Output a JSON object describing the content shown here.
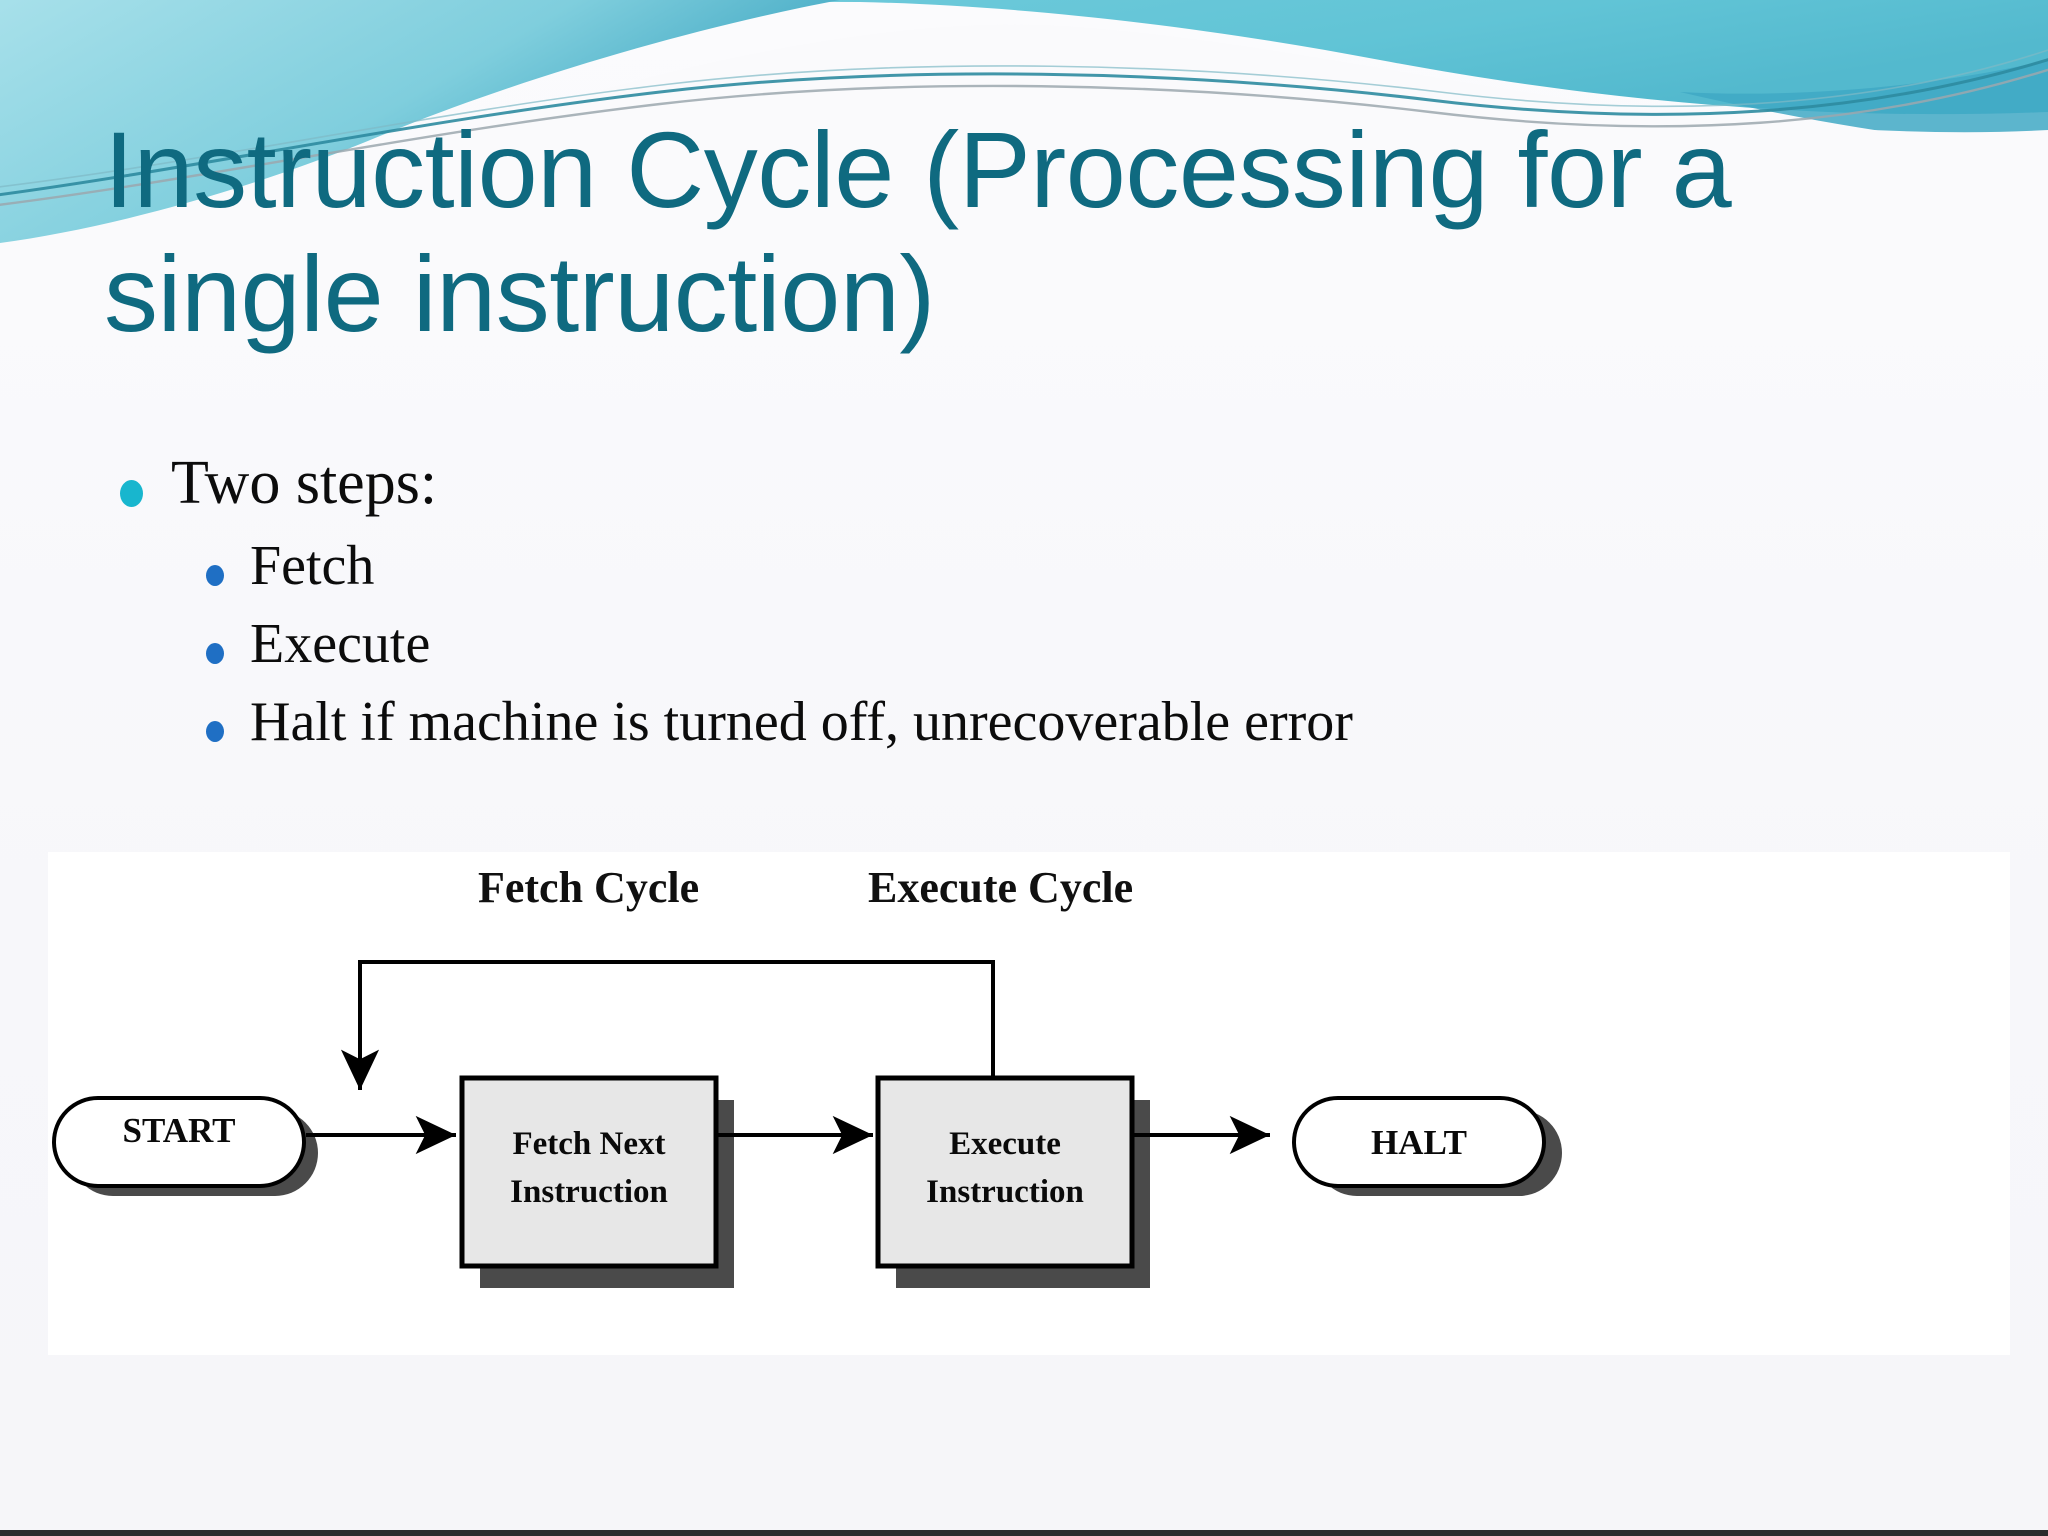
{
  "slide": {
    "title_lines": [
      "Instruction Cycle (Processing for a",
      "single instruction)"
    ],
    "title_color": "#0F6A80",
    "background_color": "#F7F7FA",
    "accent_wave_colors": {
      "light_teal": "#8CD6E2",
      "mid_teal": "#5FC3D4",
      "deep_teal": "#2E97B5",
      "line_teal": "#2E8BA0",
      "line_gray": "#9BA7AE"
    }
  },
  "body": {
    "bullets": [
      {
        "level": 1,
        "text": "Two steps:",
        "marker_color": "#18B6CE"
      },
      {
        "level": 2,
        "text": "Fetch",
        "marker_color": "#1F6FC4"
      },
      {
        "level": 2,
        "text": "Execute",
        "marker_color": "#1F6FC4"
      },
      {
        "level": 2,
        "text": "Halt if machine is turned off, unrecoverable error",
        "marker_color": "#1F6FC4"
      }
    ]
  },
  "diagram": {
    "panel_background": "#FFFFFF",
    "phase_labels": [
      {
        "id": "fetch-cycle",
        "text": "Fetch Cycle"
      },
      {
        "id": "execute-cycle",
        "text": "Execute Cycle"
      }
    ],
    "nodes": [
      {
        "id": "start",
        "shape": "stadium",
        "text": "START",
        "fill": "#FFFFFF"
      },
      {
        "id": "fetch-next-instruction",
        "shape": "rect",
        "text_line1": "Fetch Next",
        "text_line2": "Instruction",
        "fill": "#E6E6E6"
      },
      {
        "id": "execute-instruction",
        "shape": "rect",
        "text_line1": "Execute",
        "text_line2": "Instruction",
        "fill": "#E6E6E6"
      },
      {
        "id": "halt",
        "shape": "stadium",
        "text": "HALT",
        "fill": "#FFFFFF"
      }
    ],
    "edges": [
      {
        "from": "start",
        "to": "fetch-next-instruction",
        "style": "arrow"
      },
      {
        "from": "fetch-next-instruction",
        "to": "execute-instruction",
        "style": "arrow"
      },
      {
        "from": "execute-instruction",
        "to": "halt",
        "style": "arrow"
      },
      {
        "from": "execute-instruction",
        "to": "fetch-next-instruction",
        "style": "feedback-loop-arrow"
      }
    ],
    "shadow_color": "#4A4A4A",
    "line_color": "#000000"
  }
}
